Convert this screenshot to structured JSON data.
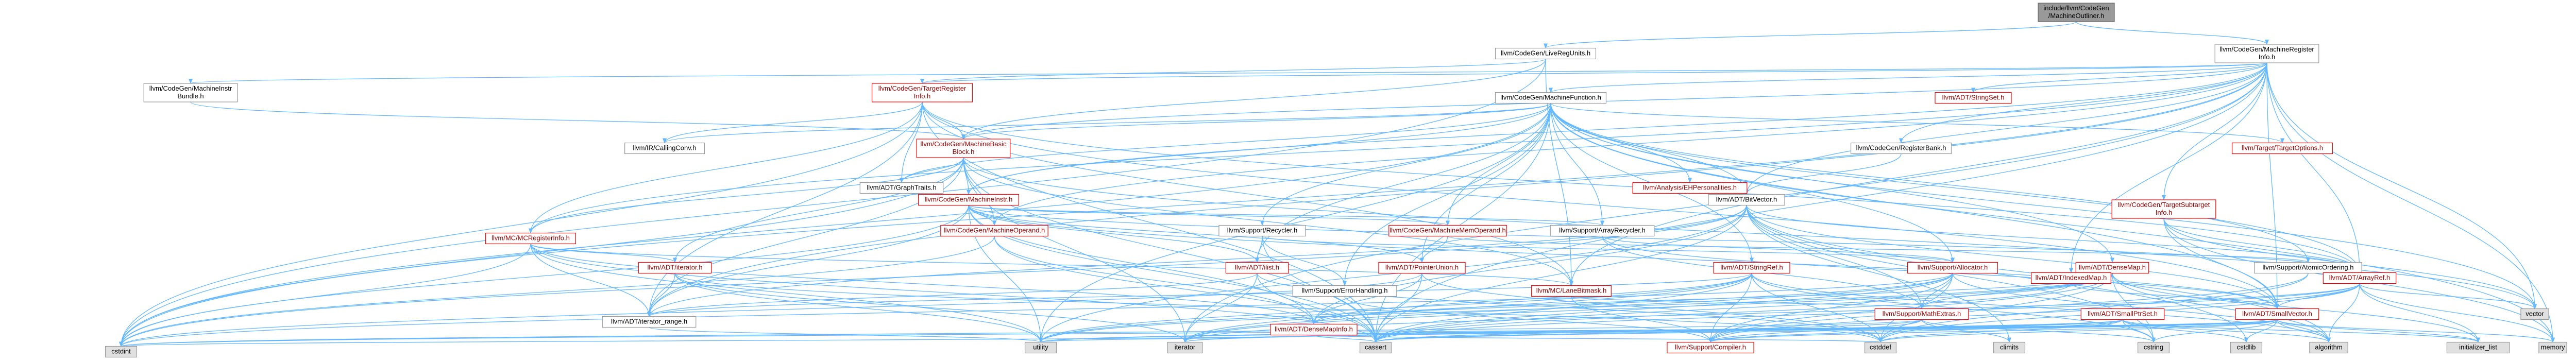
{
  "colors": {
    "edge": "#63b8ff",
    "node_fill": "#ffffff",
    "node_border": "#999999",
    "root_fill": "#999999",
    "root_border": "#666666",
    "red_border": "#ff0000",
    "gray_text": "#000000",
    "red_text": "#a00000",
    "black_text": "#000000"
  },
  "nodes": [
    {
      "id": "root",
      "lines": [
        "include/llvm/CodeGen",
        "/MachineOutliner.h"
      ],
      "style": "root"
    },
    {
      "id": "livereg",
      "lines": [
        "llvm/CodeGen/LiveRegUnits.h"
      ],
      "style": "plain"
    },
    {
      "id": "mri",
      "lines": [
        "llvm/CodeGen/MachineRegister",
        "Info.h"
      ],
      "style": "plain"
    },
    {
      "id": "mib",
      "lines": [
        "llvm/CodeGen/MachineInstr",
        "Bundle.h"
      ],
      "style": "plain"
    },
    {
      "id": "tri",
      "lines": [
        "llvm/CodeGen/TargetRegister",
        "Info.h"
      ],
      "style": "red"
    },
    {
      "id": "mf",
      "lines": [
        "llvm/CodeGen/MachineFunction.h"
      ],
      "style": "plain"
    },
    {
      "id": "stringset",
      "lines": [
        "llvm/ADT/StringSet.h"
      ],
      "style": "red"
    },
    {
      "id": "callingconv",
      "lines": [
        "llvm/IR/CallingConv.h"
      ],
      "style": "plain"
    },
    {
      "id": "mbb",
      "lines": [
        "llvm/CodeGen/MachineBasic",
        "Block.h"
      ],
      "style": "red"
    },
    {
      "id": "regbank",
      "lines": [
        "llvm/CodeGen/RegisterBank.h"
      ],
      "style": "plain"
    },
    {
      "id": "targetoptions",
      "lines": [
        "llvm/Target/TargetOptions.h"
      ],
      "style": "red"
    },
    {
      "id": "graphtraits",
      "lines": [
        "llvm/ADT/GraphTraits.h"
      ],
      "style": "plain"
    },
    {
      "id": "ehpers",
      "lines": [
        "llvm/Analysis/EHPersonalities.h"
      ],
      "style": "red"
    },
    {
      "id": "minstr",
      "lines": [
        "llvm/CodeGen/MachineInstr.h"
      ],
      "style": "red"
    },
    {
      "id": "bitvector",
      "lines": [
        "llvm/ADT/BitVector.h"
      ],
      "style": "plain"
    },
    {
      "id": "tsi",
      "lines": [
        "llvm/CodeGen/TargetSubtarget",
        "Info.h"
      ],
      "style": "red"
    },
    {
      "id": "mcreg",
      "lines": [
        "llvm/MC/MCRegisterInfo.h"
      ],
      "style": "red"
    },
    {
      "id": "mop",
      "lines": [
        "llvm/CodeGen/MachineOperand.h"
      ],
      "style": "red"
    },
    {
      "id": "recycler",
      "lines": [
        "llvm/Support/Recycler.h"
      ],
      "style": "plain"
    },
    {
      "id": "mmo",
      "lines": [
        "llvm/CodeGen/MachineMemOperand.h"
      ],
      "style": "red"
    },
    {
      "id": "arrayrecycler",
      "lines": [
        "llvm/Support/ArrayRecycler.h"
      ],
      "style": "plain"
    },
    {
      "id": "iterator",
      "lines": [
        "llvm/ADT/iterator.h"
      ],
      "style": "red"
    },
    {
      "id": "ilist",
      "lines": [
        "llvm/ADT/ilist.h"
      ],
      "style": "red"
    },
    {
      "id": "pointerunion",
      "lines": [
        "llvm/ADT/PointerUnion.h"
      ],
      "style": "red"
    },
    {
      "id": "errorhandling",
      "lines": [
        "llvm/Support/ErrorHandling.h"
      ],
      "style": "plain"
    },
    {
      "id": "lanebitmask",
      "lines": [
        "llvm/MC/LaneBitmask.h"
      ],
      "style": "red"
    },
    {
      "id": "stringref",
      "lines": [
        "llvm/ADT/StringRef.h"
      ],
      "style": "red"
    },
    {
      "id": "allocator",
      "lines": [
        "llvm/Support/Allocator.h"
      ],
      "style": "red"
    },
    {
      "id": "densemap",
      "lines": [
        "llvm/ADT/DenseMap.h"
      ],
      "style": "red"
    },
    {
      "id": "atomicordering",
      "lines": [
        "llvm/Support/AtomicOrdering.h"
      ],
      "style": "plain"
    },
    {
      "id": "indexedmap",
      "lines": [
        "llvm/ADT/IndexedMap.h"
      ],
      "style": "red"
    },
    {
      "id": "arrayref",
      "lines": [
        "llvm/ADT/ArrayRef.h"
      ],
      "style": "red"
    },
    {
      "id": "iterrange",
      "lines": [
        "llvm/ADT/iterator_range.h"
      ],
      "style": "plain"
    },
    {
      "id": "densemapinfo",
      "lines": [
        "llvm/ADT/DenseMapInfo.h"
      ],
      "style": "red"
    },
    {
      "id": "mathextras",
      "lines": [
        "llvm/Support/MathExtras.h"
      ],
      "style": "red"
    },
    {
      "id": "smallptrset",
      "lines": [
        "llvm/ADT/SmallPtrSet.h"
      ],
      "style": "red"
    },
    {
      "id": "smallvector",
      "lines": [
        "llvm/ADT/SmallVector.h"
      ],
      "style": "red"
    },
    {
      "id": "compiler",
      "lines": [
        "llvm/Support/Compiler.h"
      ],
      "style": "red"
    },
    {
      "id": "cstdint",
      "lines": [
        "cstdint"
      ],
      "style": "gray"
    },
    {
      "id": "utility",
      "lines": [
        "utility"
      ],
      "style": "gray"
    },
    {
      "id": "iteratorstd",
      "lines": [
        "iterator"
      ],
      "style": "gray"
    },
    {
      "id": "cassert",
      "lines": [
        "cassert"
      ],
      "style": "gray"
    },
    {
      "id": "cstddef",
      "lines": [
        "cstddef"
      ],
      "style": "gray"
    },
    {
      "id": "climits",
      "lines": [
        "climits"
      ],
      "style": "gray"
    },
    {
      "id": "cstring",
      "lines": [
        "cstring"
      ],
      "style": "gray"
    },
    {
      "id": "cstdlib",
      "lines": [
        "cstdlib"
      ],
      "style": "gray"
    },
    {
      "id": "algorithm",
      "lines": [
        "algorithm"
      ],
      "style": "gray"
    },
    {
      "id": "initlist",
      "lines": [
        "initializer_list"
      ],
      "style": "gray"
    },
    {
      "id": "memory",
      "lines": [
        "memory"
      ],
      "style": "gray"
    },
    {
      "id": "vector",
      "lines": [
        "vector"
      ],
      "style": "gray"
    }
  ],
  "edges": [
    [
      "root",
      "livereg"
    ],
    [
      "root",
      "mri"
    ],
    [
      "livereg",
      "tri"
    ],
    [
      "livereg",
      "mbb"
    ],
    [
      "livereg",
      "lanebitmask"
    ],
    [
      "livereg",
      "cstdint"
    ],
    [
      "mri",
      "mib"
    ],
    [
      "mri",
      "tri"
    ],
    [
      "mri",
      "mf"
    ],
    [
      "mri",
      "stringset"
    ],
    [
      "mri",
      "mbb"
    ],
    [
      "mri",
      "regbank"
    ],
    [
      "mri",
      "tsi"
    ],
    [
      "mri",
      "mcreg"
    ],
    [
      "mri",
      "bitvector"
    ],
    [
      "mri",
      "indexedmap"
    ],
    [
      "mri",
      "arrayref"
    ],
    [
      "mri",
      "smallvector"
    ],
    [
      "mri",
      "iterrange"
    ],
    [
      "mri",
      "lanebitmask"
    ],
    [
      "mri",
      "cstdint"
    ],
    [
      "mri",
      "cassert"
    ],
    [
      "mri",
      "memory"
    ],
    [
      "mri",
      "vector"
    ],
    [
      "mri",
      "iteratorstd"
    ],
    [
      "mri",
      "minstr"
    ],
    [
      "mri",
      "mop"
    ],
    [
      "mib",
      "mbb"
    ],
    [
      "tri",
      "callingconv"
    ],
    [
      "tri",
      "mbb"
    ],
    [
      "tri",
      "mcreg"
    ],
    [
      "tri",
      "lanebitmask"
    ],
    [
      "tri",
      "arrayref"
    ],
    [
      "tri",
      "smallvector"
    ],
    [
      "tri",
      "iterrange"
    ],
    [
      "tri",
      "cstdint"
    ],
    [
      "tri",
      "cassert"
    ],
    [
      "tri",
      "graphtraits"
    ],
    [
      "mf",
      "mbb"
    ],
    [
      "mf",
      "targetoptions"
    ],
    [
      "mf",
      "ehpers"
    ],
    [
      "mf",
      "minstr"
    ],
    [
      "mf",
      "bitvector"
    ],
    [
      "mf",
      "recycler"
    ],
    [
      "mf",
      "mmo"
    ],
    [
      "mf",
      "arrayrecycler"
    ],
    [
      "mf",
      "ilist"
    ],
    [
      "mf",
      "pointerunion"
    ],
    [
      "mf",
      "errorhandling"
    ],
    [
      "mf",
      "allocator"
    ],
    [
      "mf",
      "densemap"
    ],
    [
      "mf",
      "atomicordering"
    ],
    [
      "mf",
      "arrayref"
    ],
    [
      "mf",
      "smallvector"
    ],
    [
      "mf",
      "stringref"
    ],
    [
      "mf",
      "cstdint"
    ],
    [
      "mf",
      "cassert"
    ],
    [
      "mf",
      "vector"
    ],
    [
      "mf",
      "memory"
    ],
    [
      "mf",
      "utility"
    ],
    [
      "mf",
      "graphtraits"
    ],
    [
      "mf",
      "callingconv"
    ],
    [
      "mbb",
      "graphtraits"
    ],
    [
      "mbb",
      "minstr"
    ],
    [
      "mbb",
      "iterator"
    ],
    [
      "mbb",
      "iterrange"
    ],
    [
      "mbb",
      "lanebitmask"
    ],
    [
      "mbb",
      "mcreg"
    ],
    [
      "mbb",
      "cassert"
    ],
    [
      "mbb",
      "cstdint"
    ],
    [
      "mbb",
      "iteratorstd"
    ],
    [
      "mbb",
      "vector"
    ],
    [
      "mbb",
      "mop"
    ],
    [
      "regbank",
      "bitvector"
    ],
    [
      "minstr",
      "mop"
    ],
    [
      "minstr",
      "mmo"
    ],
    [
      "minstr",
      "ilist"
    ],
    [
      "minstr",
      "arrayrecycler"
    ],
    [
      "minstr",
      "pointerunion"
    ],
    [
      "minstr",
      "iterrange"
    ],
    [
      "minstr",
      "densemapinfo"
    ],
    [
      "minstr",
      "cassert"
    ],
    [
      "minstr",
      "cstdint"
    ],
    [
      "minstr",
      "utility"
    ],
    [
      "minstr",
      "arrayref"
    ],
    [
      "minstr",
      "smallvector"
    ],
    [
      "bitvector",
      "smallvector"
    ],
    [
      "bitvector",
      "mathextras"
    ],
    [
      "bitvector",
      "iterrange"
    ],
    [
      "bitvector",
      "densemapinfo"
    ],
    [
      "bitvector",
      "algorithm"
    ],
    [
      "bitvector",
      "cassert"
    ],
    [
      "bitvector",
      "climits"
    ],
    [
      "bitvector",
      "cstdint"
    ],
    [
      "bitvector",
      "cstdlib"
    ],
    [
      "bitvector",
      "cstring"
    ],
    [
      "bitvector",
      "utility"
    ],
    [
      "bitvector",
      "arrayref"
    ],
    [
      "tsi",
      "arrayref"
    ],
    [
      "tsi",
      "smallvector"
    ],
    [
      "tsi",
      "vector"
    ],
    [
      "tsi",
      "memory"
    ],
    [
      "mcreg",
      "lanebitmask"
    ],
    [
      "mcreg",
      "iterator"
    ],
    [
      "mcreg",
      "iterrange"
    ],
    [
      "mcreg",
      "cassert"
    ],
    [
      "mcreg",
      "cstdint"
    ],
    [
      "mcreg",
      "utility"
    ],
    [
      "mcreg",
      "densemapinfo"
    ],
    [
      "mop",
      "densemapinfo"
    ],
    [
      "mop",
      "cassert"
    ],
    [
      "mop",
      "cstdint"
    ],
    [
      "recycler",
      "ilist"
    ],
    [
      "recycler",
      "allocator"
    ],
    [
      "recycler",
      "errorhandling"
    ],
    [
      "recycler",
      "cassert"
    ],
    [
      "mmo",
      "atomicordering"
    ],
    [
      "mmo",
      "pointerunion"
    ],
    [
      "arrayrecycler",
      "smallvector"
    ],
    [
      "arrayrecycler",
      "allocator"
    ],
    [
      "arrayrecycler",
      "mathextras"
    ],
    [
      "iterator",
      "iterrange"
    ],
    [
      "iterator",
      "cstddef"
    ],
    [
      "iterator",
      "iteratorstd"
    ],
    [
      "iterator",
      "utility"
    ],
    [
      "ilist",
      "iterrange"
    ],
    [
      "ilist",
      "cassert"
    ],
    [
      "ilist",
      "cstddef"
    ],
    [
      "ilist",
      "iteratorstd"
    ],
    [
      "pointerunion",
      "densemapinfo"
    ],
    [
      "pointerunion",
      "cassert"
    ],
    [
      "pointerunion",
      "cstddef"
    ],
    [
      "pointerunion",
      "cstdint"
    ],
    [
      "errorhandling",
      "compiler"
    ],
    [
      "lanebitmask",
      "compiler"
    ],
    [
      "lanebitmask",
      "mathextras"
    ],
    [
      "stringref",
      "densemapinfo"
    ],
    [
      "stringref",
      "iterrange"
    ],
    [
      "stringref",
      "compiler"
    ],
    [
      "stringref",
      "algorithm"
    ],
    [
      "stringref",
      "cassert"
    ],
    [
      "stringref",
      "cstddef"
    ],
    [
      "stringref",
      "cstring"
    ],
    [
      "stringref",
      "iteratorstd"
    ],
    [
      "stringref",
      "utility"
    ],
    [
      "allocator",
      "compiler"
    ],
    [
      "allocator",
      "mathextras"
    ],
    [
      "allocator",
      "algorithm"
    ],
    [
      "allocator",
      "cassert"
    ],
    [
      "allocator",
      "cstddef"
    ],
    [
      "allocator",
      "cstdint"
    ],
    [
      "allocator",
      "iteratorstd"
    ],
    [
      "allocator",
      "utility"
    ],
    [
      "densemap",
      "densemapinfo"
    ],
    [
      "densemap",
      "mathextras"
    ],
    [
      "densemap",
      "compiler"
    ],
    [
      "densemap",
      "algorithm"
    ],
    [
      "densemap",
      "cassert"
    ],
    [
      "densemap",
      "cstddef"
    ],
    [
      "densemap",
      "cstring"
    ],
    [
      "densemap",
      "initlist"
    ],
    [
      "densemap",
      "iteratorstd"
    ],
    [
      "densemap",
      "utility"
    ],
    [
      "atomicordering",
      "compiler"
    ],
    [
      "atomicordering",
      "cstddef"
    ],
    [
      "indexedmap",
      "smallvector"
    ],
    [
      "indexedmap",
      "cassert"
    ],
    [
      "arrayref",
      "smallvector"
    ],
    [
      "arrayref",
      "compiler"
    ],
    [
      "arrayref",
      "algorithm"
    ],
    [
      "arrayref",
      "cassert"
    ],
    [
      "arrayref",
      "cstddef"
    ],
    [
      "arrayref",
      "initlist"
    ],
    [
      "arrayref",
      "iteratorstd"
    ],
    [
      "arrayref",
      "memory"
    ],
    [
      "arrayref",
      "vector"
    ],
    [
      "iterrange",
      "utility"
    ],
    [
      "densemapinfo",
      "cassert"
    ],
    [
      "densemapinfo",
      "cstddef"
    ],
    [
      "densemapinfo",
      "cstdint"
    ],
    [
      "densemapinfo",
      "utility"
    ],
    [
      "mathextras",
      "compiler"
    ],
    [
      "mathextras",
      "cassert"
    ],
    [
      "mathextras",
      "climits"
    ],
    [
      "mathextras",
      "cstdint"
    ],
    [
      "mathextras",
      "cstring"
    ],
    [
      "smallptrset",
      "compiler"
    ],
    [
      "smallptrset",
      "cassert"
    ],
    [
      "smallptrset",
      "cstddef"
    ],
    [
      "smallptrset",
      "cstdlib"
    ],
    [
      "smallptrset",
      "cstring"
    ],
    [
      "smallptrset",
      "initlist"
    ],
    [
      "smallptrset",
      "iteratorstd"
    ],
    [
      "smallptrset",
      "utility"
    ],
    [
      "smallptrset",
      "algorithm"
    ],
    [
      "smallvector",
      "compiler"
    ],
    [
      "smallvector",
      "algorithm"
    ],
    [
      "smallvector",
      "cassert"
    ],
    [
      "smallvector",
      "cstddef"
    ],
    [
      "smallvector",
      "cstdint"
    ],
    [
      "smallvector",
      "cstdlib"
    ],
    [
      "smallvector",
      "cstring"
    ],
    [
      "smallvector",
      "initlist"
    ],
    [
      "smallvector",
      "memory"
    ],
    [
      "smallvector",
      "utility"
    ],
    [
      "smallvector",
      "iteratorstd"
    ]
  ]
}
